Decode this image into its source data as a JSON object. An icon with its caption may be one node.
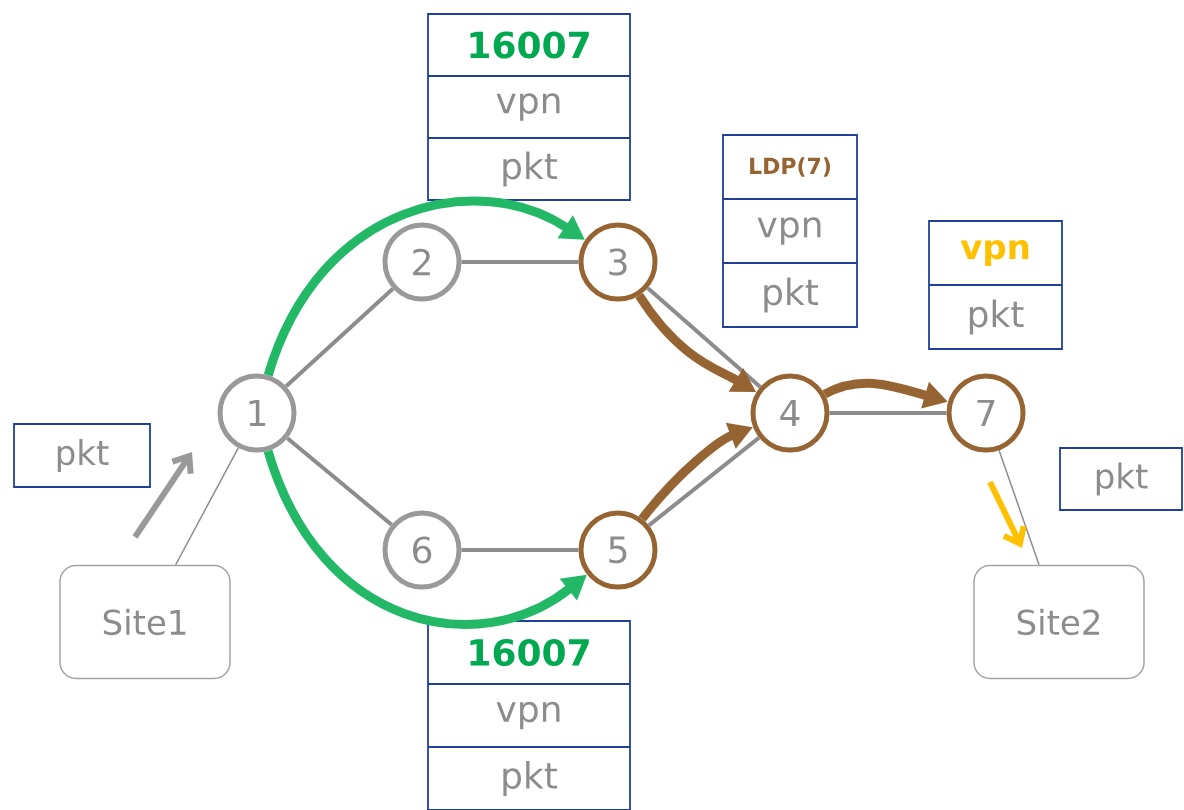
{
  "diagram": {
    "nodes": [
      {
        "text": [
          "16007",
          "vpn",
          "pkt"
        ]
      },
      {
        "text": [
          "LDP(7)",
          "vpn",
          "pkt"
        ]
      },
      {
        "text": [
          "vpn",
          "pkt"
        ]
      },
      {
        "text": [
          "2"
        ]
      },
      {
        "text": [
          "3"
        ]
      },
      {
        "text": [
          "1"
        ]
      },
      {
        "text": [
          "4"
        ]
      },
      {
        "text": [
          "7"
        ]
      },
      {
        "text": [
          "pkt"
        ]
      },
      {
        "text": [
          "pkt"
        ]
      },
      {
        "text": [
          "6"
        ]
      },
      {
        "text": [
          "5"
        ]
      },
      {
        "text": [
          "Site1"
        ]
      },
      {
        "text": [
          "Site2"
        ]
      },
      {
        "text": [
          "16007",
          "vpn",
          "pkt"
        ]
      }
    ],
    "edges": [
      {
        "from": 5,
        "to": 3,
        "arrow": "none"
      },
      {
        "from": 3,
        "to": 4,
        "arrow": "none"
      },
      {
        "from": 4,
        "to": 6,
        "arrow": "none"
      },
      {
        "from": 5,
        "to": 10,
        "arrow": "none"
      },
      {
        "from": 10,
        "to": 11,
        "arrow": "none"
      },
      {
        "from": 11,
        "to": 6,
        "arrow": "none"
      },
      {
        "from": 6,
        "to": 7,
        "arrow": "none"
      },
      {
        "from": 12,
        "to": 5,
        "arrow": "none"
      },
      {
        "from": 7,
        "to": 13,
        "arrow": "none"
      },
      {
        "from": 5,
        "to": 4,
        "arrow": "to",
        "style": "thick",
        "color": "#22b866"
      },
      {
        "from": 5,
        "to": 11,
        "arrow": "to",
        "style": "thick",
        "color": "#22b866"
      },
      {
        "from": 4,
        "to": 6,
        "arrow": "to",
        "style": "thick",
        "color": "#956432"
      },
      {
        "from": 11,
        "to": 6,
        "arrow": "to",
        "style": "thick",
        "color": "#956432"
      },
      {
        "from": 6,
        "to": 7,
        "arrow": "to",
        "style": "thick",
        "color": "#956432"
      }
    ]
  }
}
